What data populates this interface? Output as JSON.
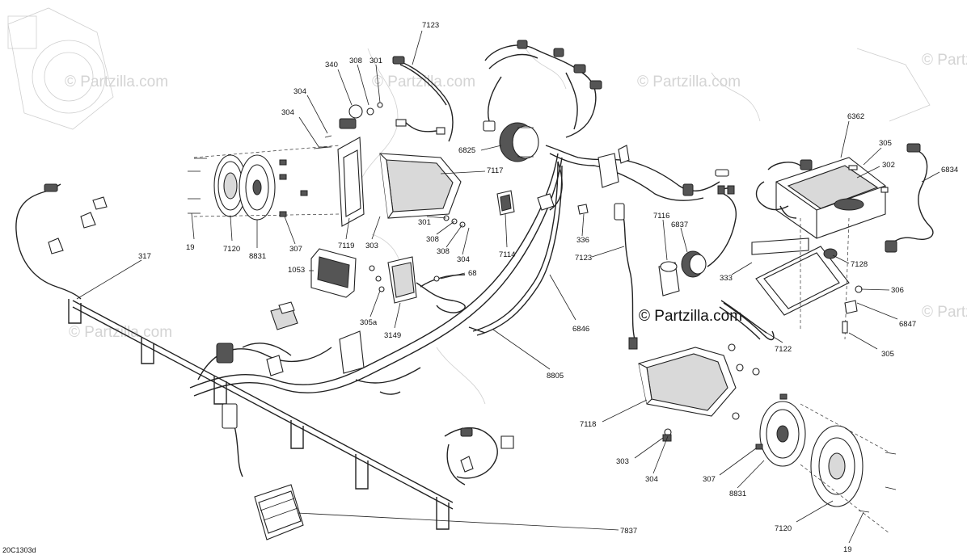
{
  "diagram_code": "20C1303d",
  "watermarks": [
    "© Partzilla.com",
    "© Partzilla.com",
    "© Partzilla.com",
    "© Partzilla.com",
    "© Partzilla.com",
    "© Partzilla.com"
  ],
  "watermark_main": "© Partzilla.com",
  "callouts": [
    "7123",
    "340",
    "308",
    "301",
    "304",
    "304",
    "6825",
    "7117",
    "6362",
    "305",
    "302",
    "6834",
    "19",
    "7120",
    "8831",
    "307",
    "7119",
    "303",
    "301",
    "308",
    "308",
    "304",
    "7114",
    "336",
    "7116",
    "6837",
    "7123",
    "7128",
    "333",
    "306",
    "317",
    "1053",
    "68",
    "305a",
    "3149",
    "6846",
    "6847",
    "7122",
    "305",
    "8805",
    "7118",
    "303",
    "304",
    "307",
    "8831",
    "7120",
    "7837",
    "19"
  ]
}
